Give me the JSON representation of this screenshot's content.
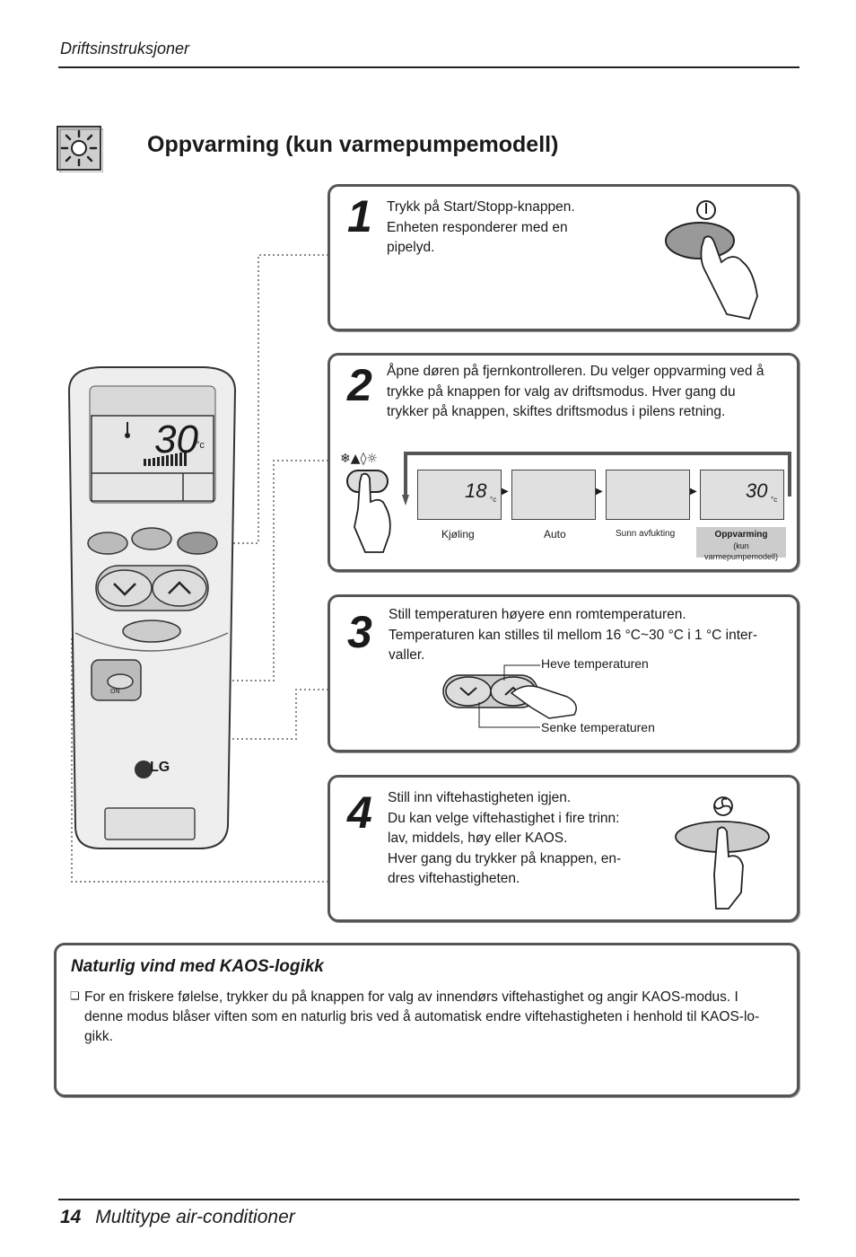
{
  "header": {
    "section": "Driftsinstruksjoner"
  },
  "page_title": "Oppvarming (kun varmepumpemodell)",
  "icons": {
    "heading": "sun-icon",
    "power": "power-icon",
    "fan": "fan-icon"
  },
  "steps": [
    {
      "number": "1",
      "lines": [
        "Trykk på Start/Stopp-knappen.",
        "Enheten responderer med en",
        "pipelyd."
      ]
    },
    {
      "number": "2",
      "lines": [
        "Åpne døren på fjernkontrolleren. Du velger oppvarming ved å",
        "trykke på knappen for valg av driftsmodus. Hver gang du",
        "trykker på knappen, skiftes driftsmodus i pilens retning."
      ]
    },
    {
      "number": "3",
      "lines": [
        "Still temperaturen høyere enn romtemperaturen.",
        "Temperaturen kan stilles til mellom 16 °C~30 °C i 1 °C inter-",
        "valler."
      ]
    },
    {
      "number": "4",
      "lines": [
        "Still inn viftehastigheten igjen.",
        "Du kan velge viftehastighet i fire trinn:",
        "lav, middels, høy eller KAOS.",
        "Hver gang du trykker på knappen, en-",
        "dres viftehastigheten."
      ]
    }
  ],
  "modes": [
    {
      "label": "Kjøling",
      "temp": "18",
      "unit": "°c"
    },
    {
      "label": "Auto",
      "temp": "",
      "unit": ""
    },
    {
      "label": "Sunn avfukting",
      "temp": "",
      "unit": ""
    },
    {
      "label": "Oppvarming",
      "sublabel": "(kun varmepumpemodell)",
      "temp": "30",
      "unit": "°c"
    }
  ],
  "temp_buttons": {
    "up": "Heve temperaturen",
    "down": "Senke temperaturen"
  },
  "remote": {
    "display_temp": "30",
    "unit": "°c",
    "brand": "LG",
    "door_label": "ON"
  },
  "note": {
    "title": "Naturlig vind med KAOS-logikk",
    "lines": [
      "For en friskere følelse, trykker du på knappen for valg av innendørs viftehastighet og angir KAOS-modus. I",
      "denne modus blåser viften som en naturlig bris ved å automatisk endre viftehastigheten i henhold til KAOS-lo-",
      "gikk."
    ]
  },
  "footer": {
    "page_number": "14",
    "title": "Multitype air-conditioner"
  }
}
